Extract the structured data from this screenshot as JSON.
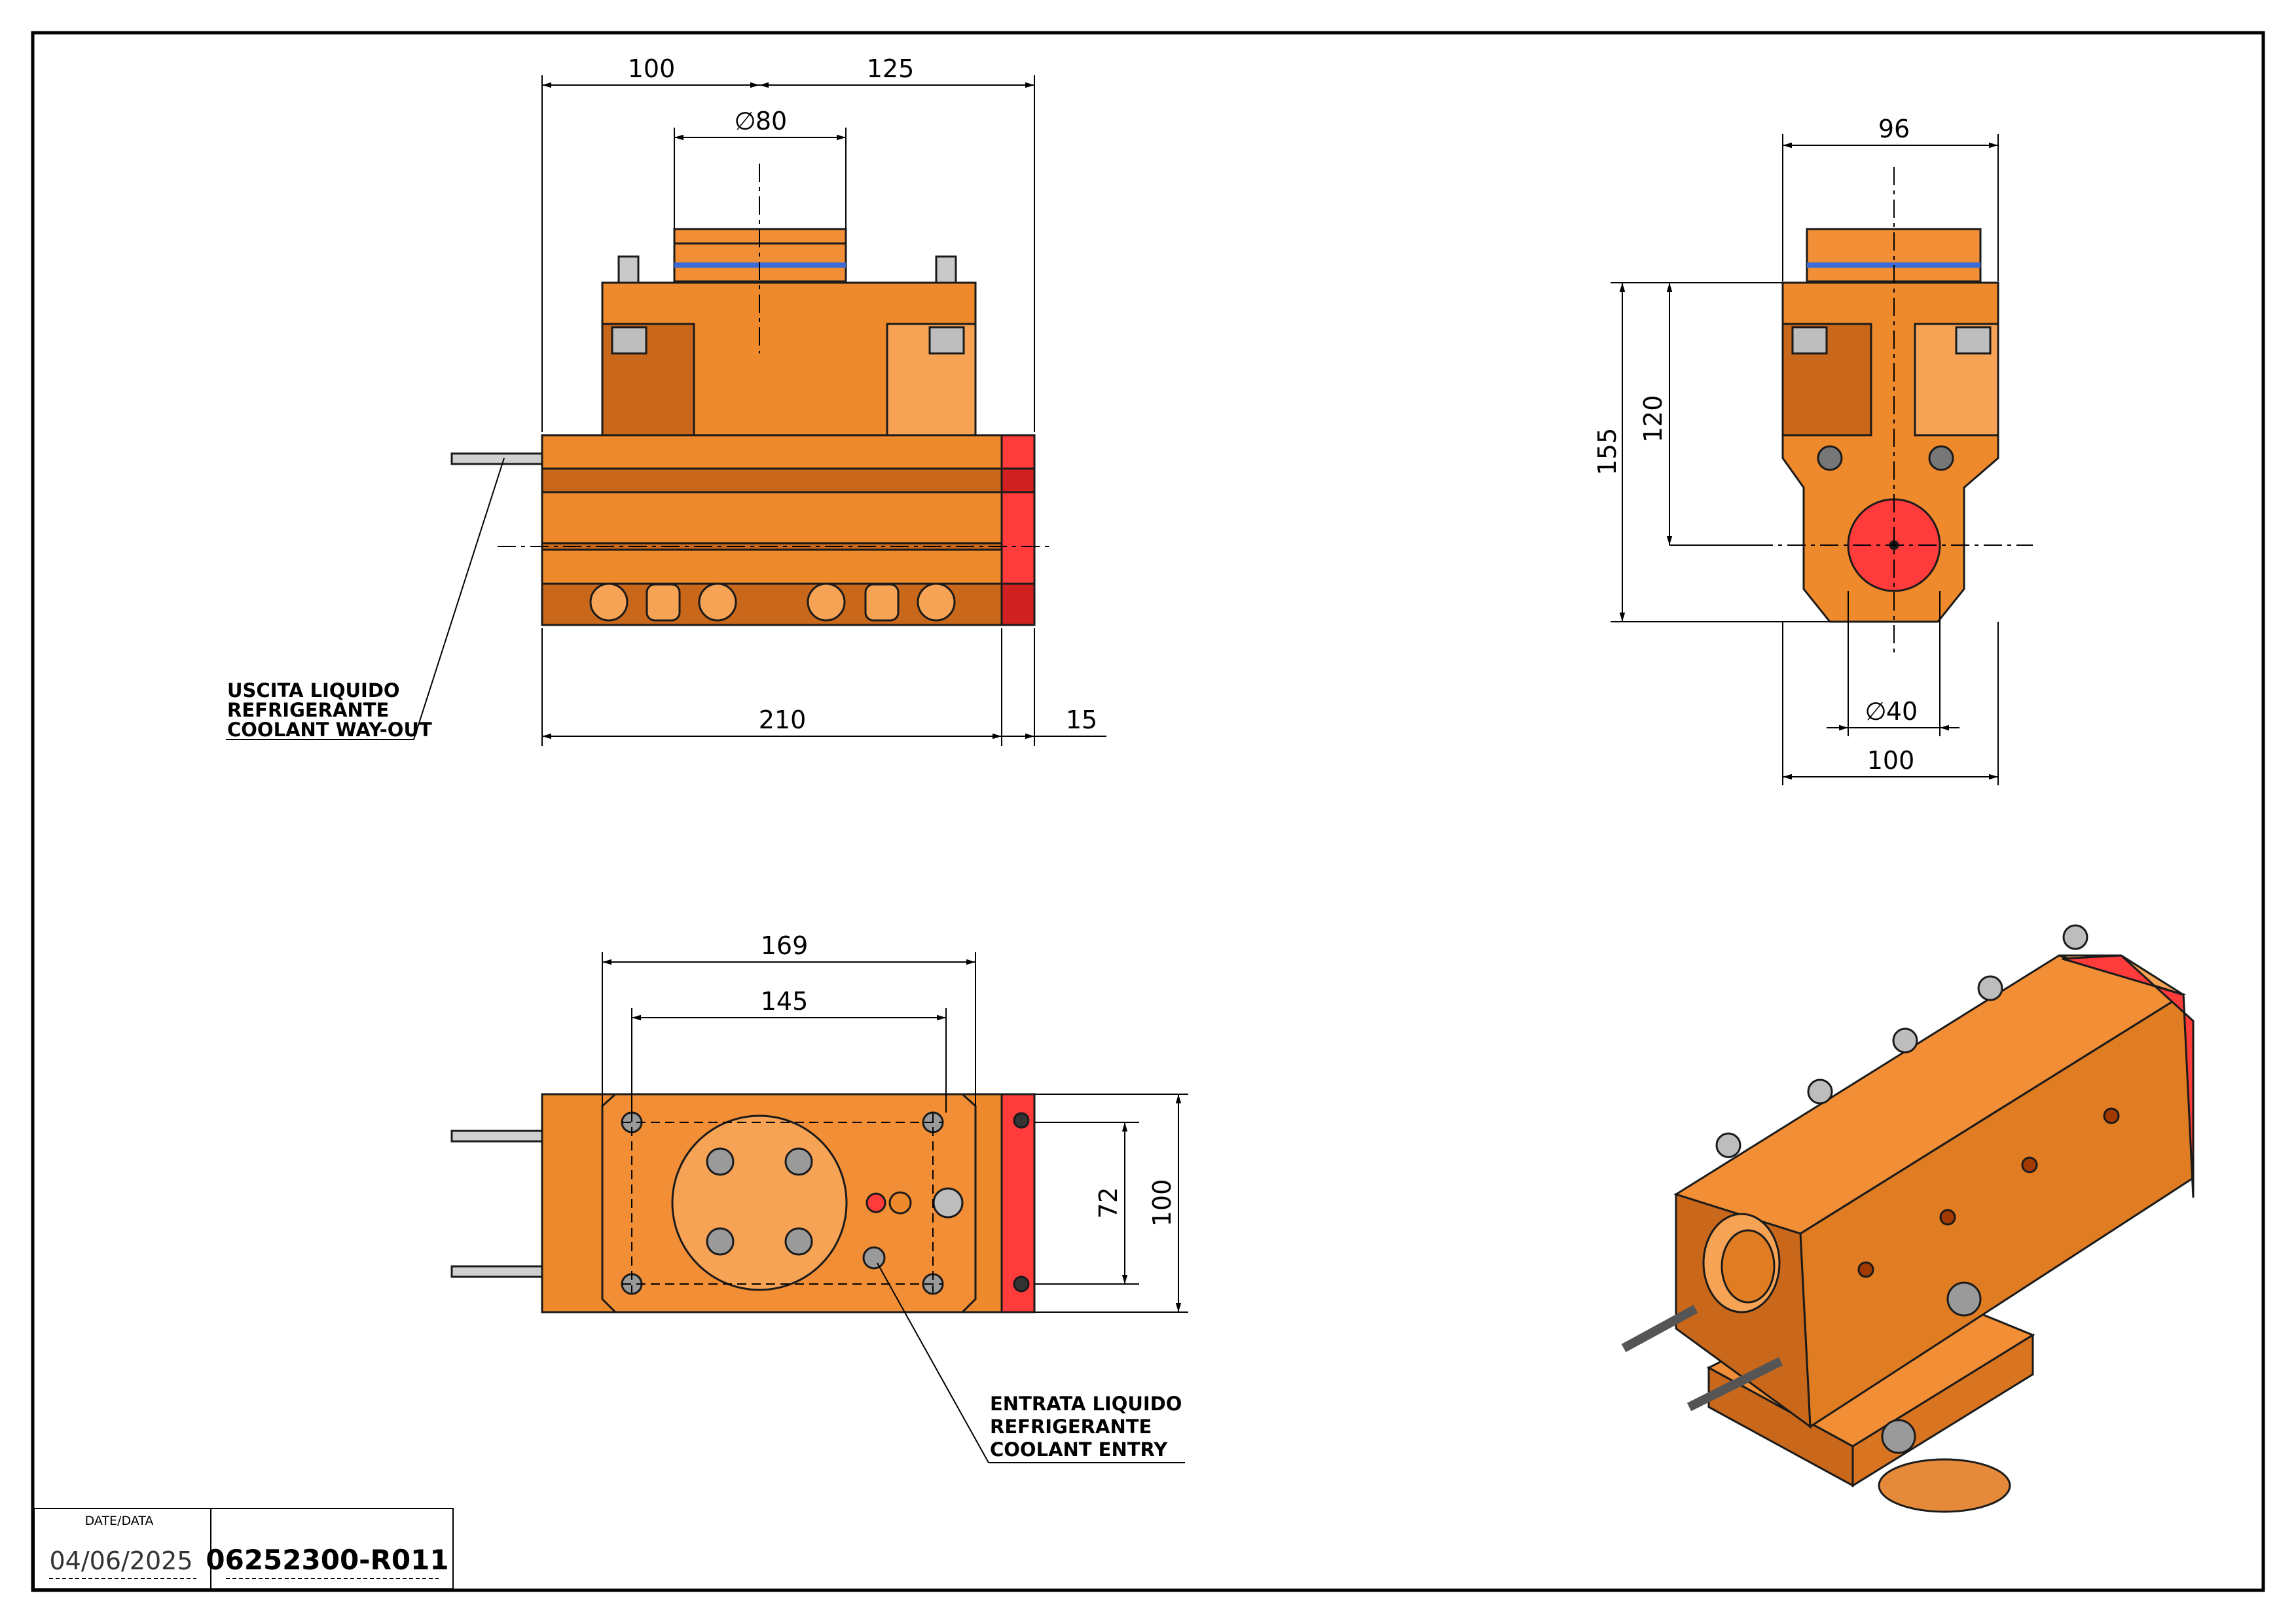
{
  "colors": {
    "body_orange": "#ef8a2c",
    "dark_orange": "#c9671a",
    "light_orange": "#f7a355",
    "red_cap": "#ff3b3b",
    "outline": "#1a1a1a"
  },
  "dimensions": {
    "front_top_left": "100",
    "front_top_right": "125",
    "front_diameter": "80",
    "front_length": "210",
    "front_cap": "15",
    "side_width_top": "96",
    "side_height_total": "155",
    "side_height_axis": "120",
    "side_bore_diameter": "40",
    "side_width_bottom": "100",
    "plan_outer": "169",
    "plan_inner": "145",
    "plan_hole_spacing": "72",
    "plan_width": "100"
  },
  "notes": {
    "coolant_out": [
      "USCITA LIQUIDO",
      "REFRIGERANTE",
      "COOLANT WAY-OUT"
    ],
    "coolant_in": [
      "ENTRATA LIQUIDO",
      "REFRIGERANTE",
      "COOLANT ENTRY"
    ]
  },
  "title_block": {
    "date_label": "DATE/DATA",
    "date": "04/06/2025",
    "code": "06252300-R011"
  }
}
